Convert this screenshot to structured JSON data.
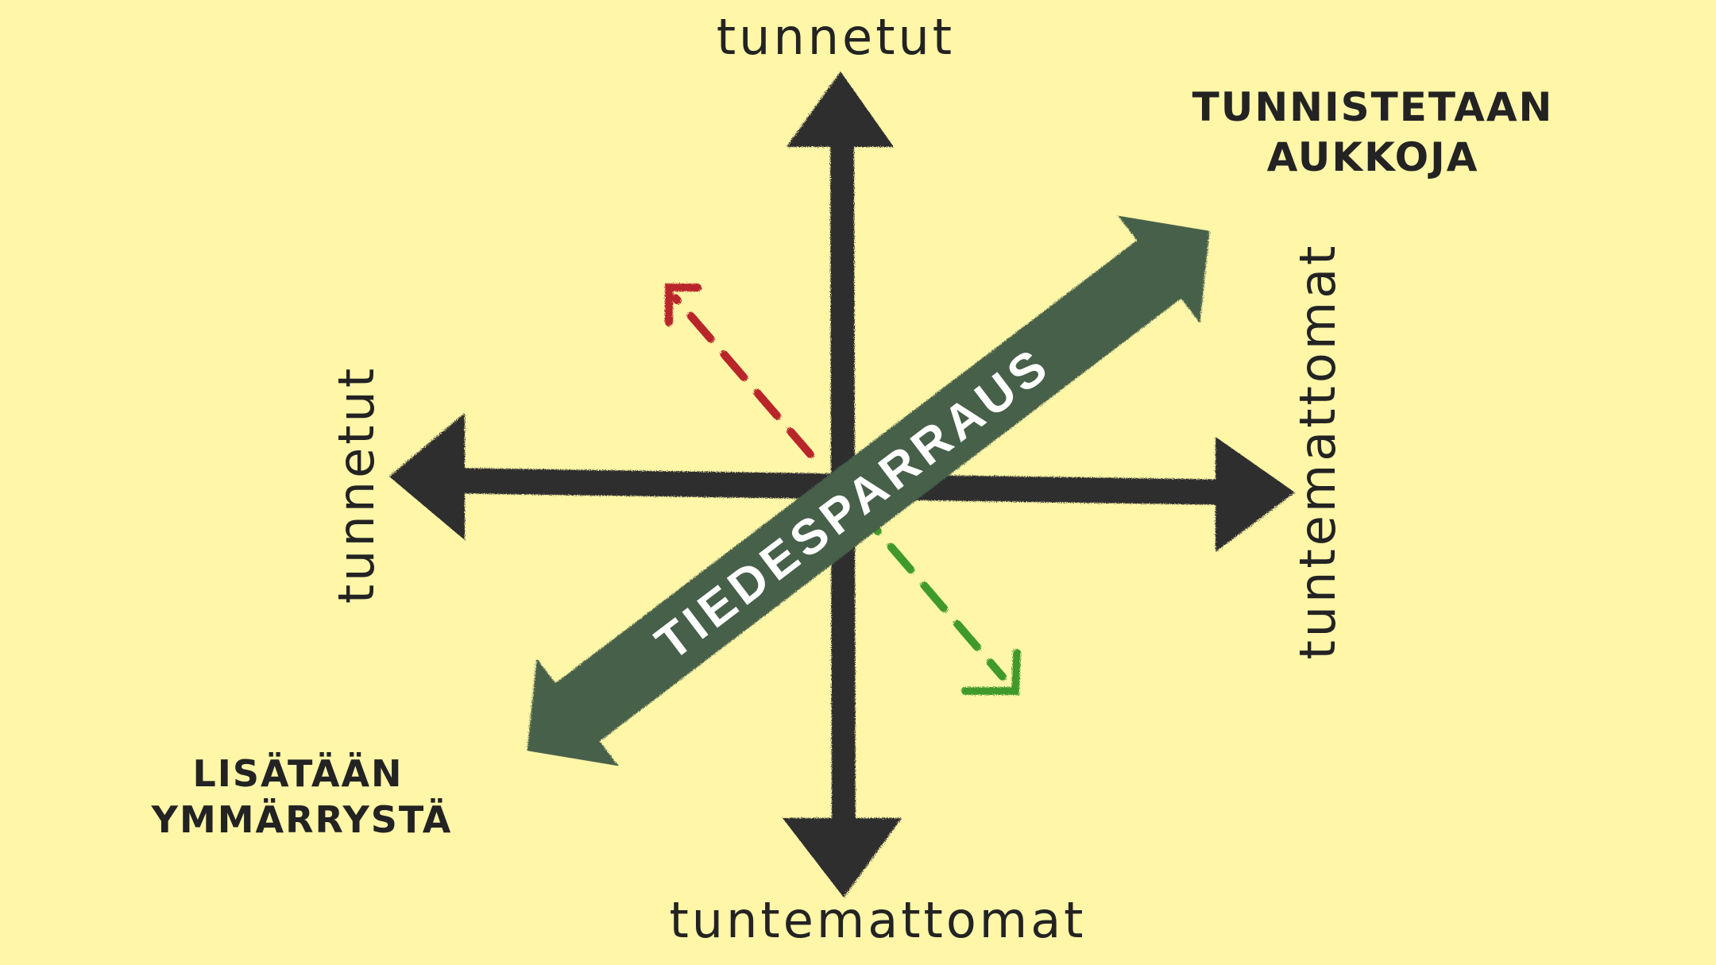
{
  "axes": {
    "top_label": "tunnetut",
    "bottom_label": "tuntemattomat",
    "left_label": "tunnetut",
    "right_label": "tuntemattomat"
  },
  "quadrants": {
    "top_right_line1": "TUNNISTETAAN",
    "top_right_line2": "AUKKOJA",
    "bottom_left_line1": "LISÄTÄÄN",
    "bottom_left_line2": "YMMÄRRYSTÄ"
  },
  "diagonal_band": {
    "label": "TIEDESPARRAUS",
    "color": "#46604a"
  },
  "colors": {
    "background": "#fff6a8",
    "axis": "#2f2f2f",
    "red_arrow": "#b8262b",
    "green_arrow": "#3f9a2a"
  }
}
